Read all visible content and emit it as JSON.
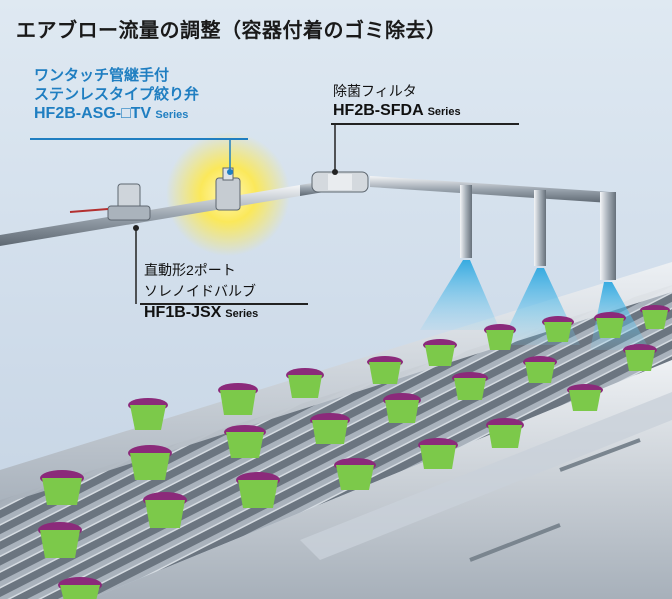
{
  "title": "エアブロー流量の調整（容器付着のゴミ除去）",
  "valve": {
    "name_line1": "ワンタッチ管継手付",
    "name_line2": "ステンレスタイプ絞り弁",
    "model": "HF2B-ASG-□TV",
    "series": "Series",
    "color": "#1f7ec1"
  },
  "filter": {
    "name": "除菌フィルタ",
    "model": "HF2B-SFDA",
    "series": "Series"
  },
  "solenoid": {
    "name_line1": "直動形2ポート",
    "name_line2": "ソレノイドバルブ",
    "model": "HF1B-JSX",
    "series": "Series"
  },
  "colors": {
    "accent_blue": "#1f7ec1",
    "cup_green": "#7cc94a",
    "cup_lid_purple": "#8b2a7a",
    "spray_blue": "#46b4e6",
    "glow_yellow": "#ffe94a"
  }
}
